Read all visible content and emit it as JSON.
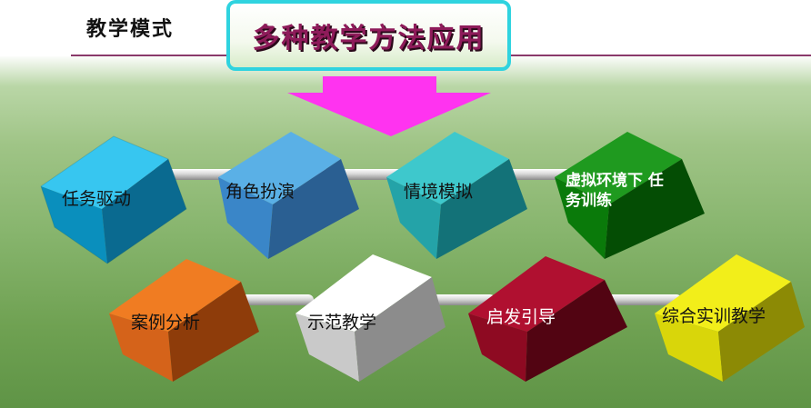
{
  "header": {
    "section_title": "教学模式",
    "main_title": "多种教学方法应用"
  },
  "colors": {
    "title_border": "#2fd3df",
    "title_text": "#8e1b5a",
    "arrow": "#ff33f0"
  },
  "row1": [
    {
      "label": "任务驱动",
      "color": "#0aa6d8"
    },
    {
      "label": "角色扮演",
      "color": "#3a86c8"
    },
    {
      "label": "情境模拟",
      "color": "#24a3a8"
    },
    {
      "label": "虚拟环境下 任务训练",
      "color": "#0a7a0a"
    }
  ],
  "row2": [
    {
      "label": "案例分析",
      "color": "#d5631a"
    },
    {
      "label": "示范教学",
      "color": "#c9c9c9"
    },
    {
      "label": "启发引导",
      "color": "#8e0a22"
    },
    {
      "label": "综合实训教学",
      "color": "#d9d60a"
    }
  ]
}
